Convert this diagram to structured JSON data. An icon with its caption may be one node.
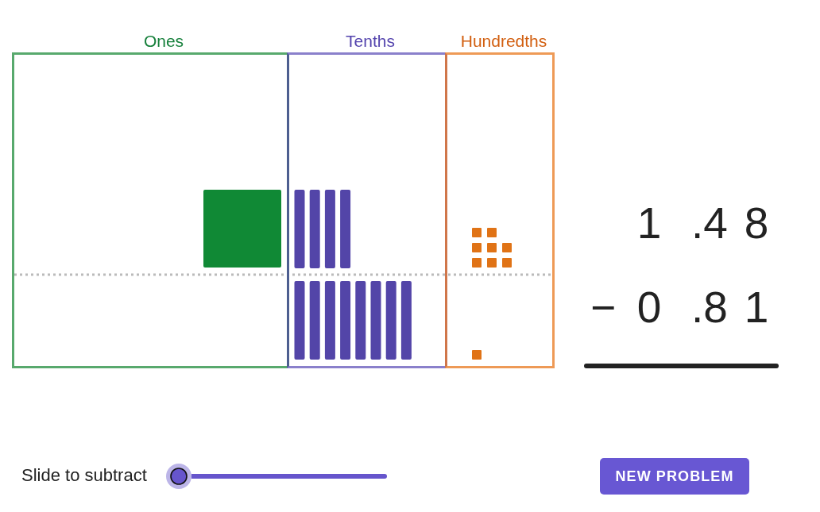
{
  "diagram": {
    "nodes": [
      {
        "text": [
          "Ones"
        ]
      },
      {
        "text": [],
        "shape": "box",
        "in": 0
      },
      {
        "text": [
          "Tenths"
        ]
      },
      {
        "text": [
          "Hundredths"
        ]
      }
    ],
    "labels": [
      "1",
      ".4",
      "8",
      "−",
      "0",
      ".8",
      "1",
      "Slide to subtract",
      "NEW PROBLEM"
    ]
  }
}
